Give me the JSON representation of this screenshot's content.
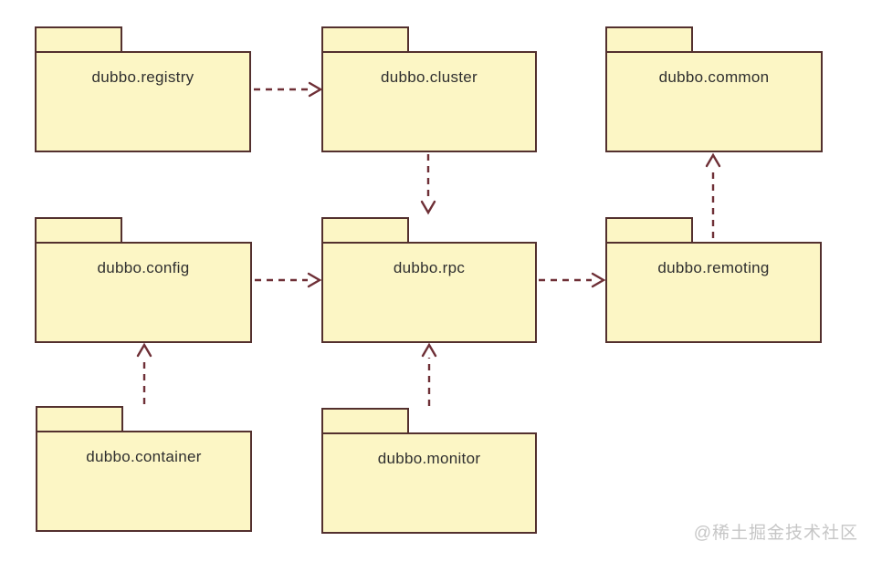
{
  "diagram": {
    "type": "uml-package-dependency-diagram",
    "packages": [
      {
        "id": "registry",
        "label": "dubbo.registry"
      },
      {
        "id": "cluster",
        "label": "dubbo.cluster"
      },
      {
        "id": "common",
        "label": "dubbo.common"
      },
      {
        "id": "config",
        "label": "dubbo.config"
      },
      {
        "id": "rpc",
        "label": "dubbo.rpc"
      },
      {
        "id": "remoting",
        "label": "dubbo.remoting"
      },
      {
        "id": "container",
        "label": "dubbo.container"
      },
      {
        "id": "monitor",
        "label": "dubbo.monitor"
      }
    ],
    "dependencies": [
      {
        "from": "dubbo.registry",
        "to": "dubbo.cluster",
        "style": "dashed-open-arrow"
      },
      {
        "from": "dubbo.cluster",
        "to": "dubbo.rpc",
        "style": "dashed-open-arrow"
      },
      {
        "from": "dubbo.config",
        "to": "dubbo.rpc",
        "style": "dashed-open-arrow"
      },
      {
        "from": "dubbo.rpc",
        "to": "dubbo.remoting",
        "style": "dashed-open-arrow"
      },
      {
        "from": "dubbo.remoting",
        "to": "dubbo.common",
        "style": "dashed-open-arrow"
      },
      {
        "from": "dubbo.container",
        "to": "dubbo.config",
        "style": "dashed-open-arrow"
      },
      {
        "from": "dubbo.monitor",
        "to": "dubbo.rpc",
        "style": "dashed-open-arrow"
      }
    ],
    "colors": {
      "package_fill": "#fcf6c5",
      "package_border": "#53302e",
      "arrow": "#6e2f36",
      "text": "#2f2f2f",
      "watermark": "#c6c6c6",
      "background": "#ffffff"
    },
    "watermark": "@稀土掘金技术社区"
  }
}
